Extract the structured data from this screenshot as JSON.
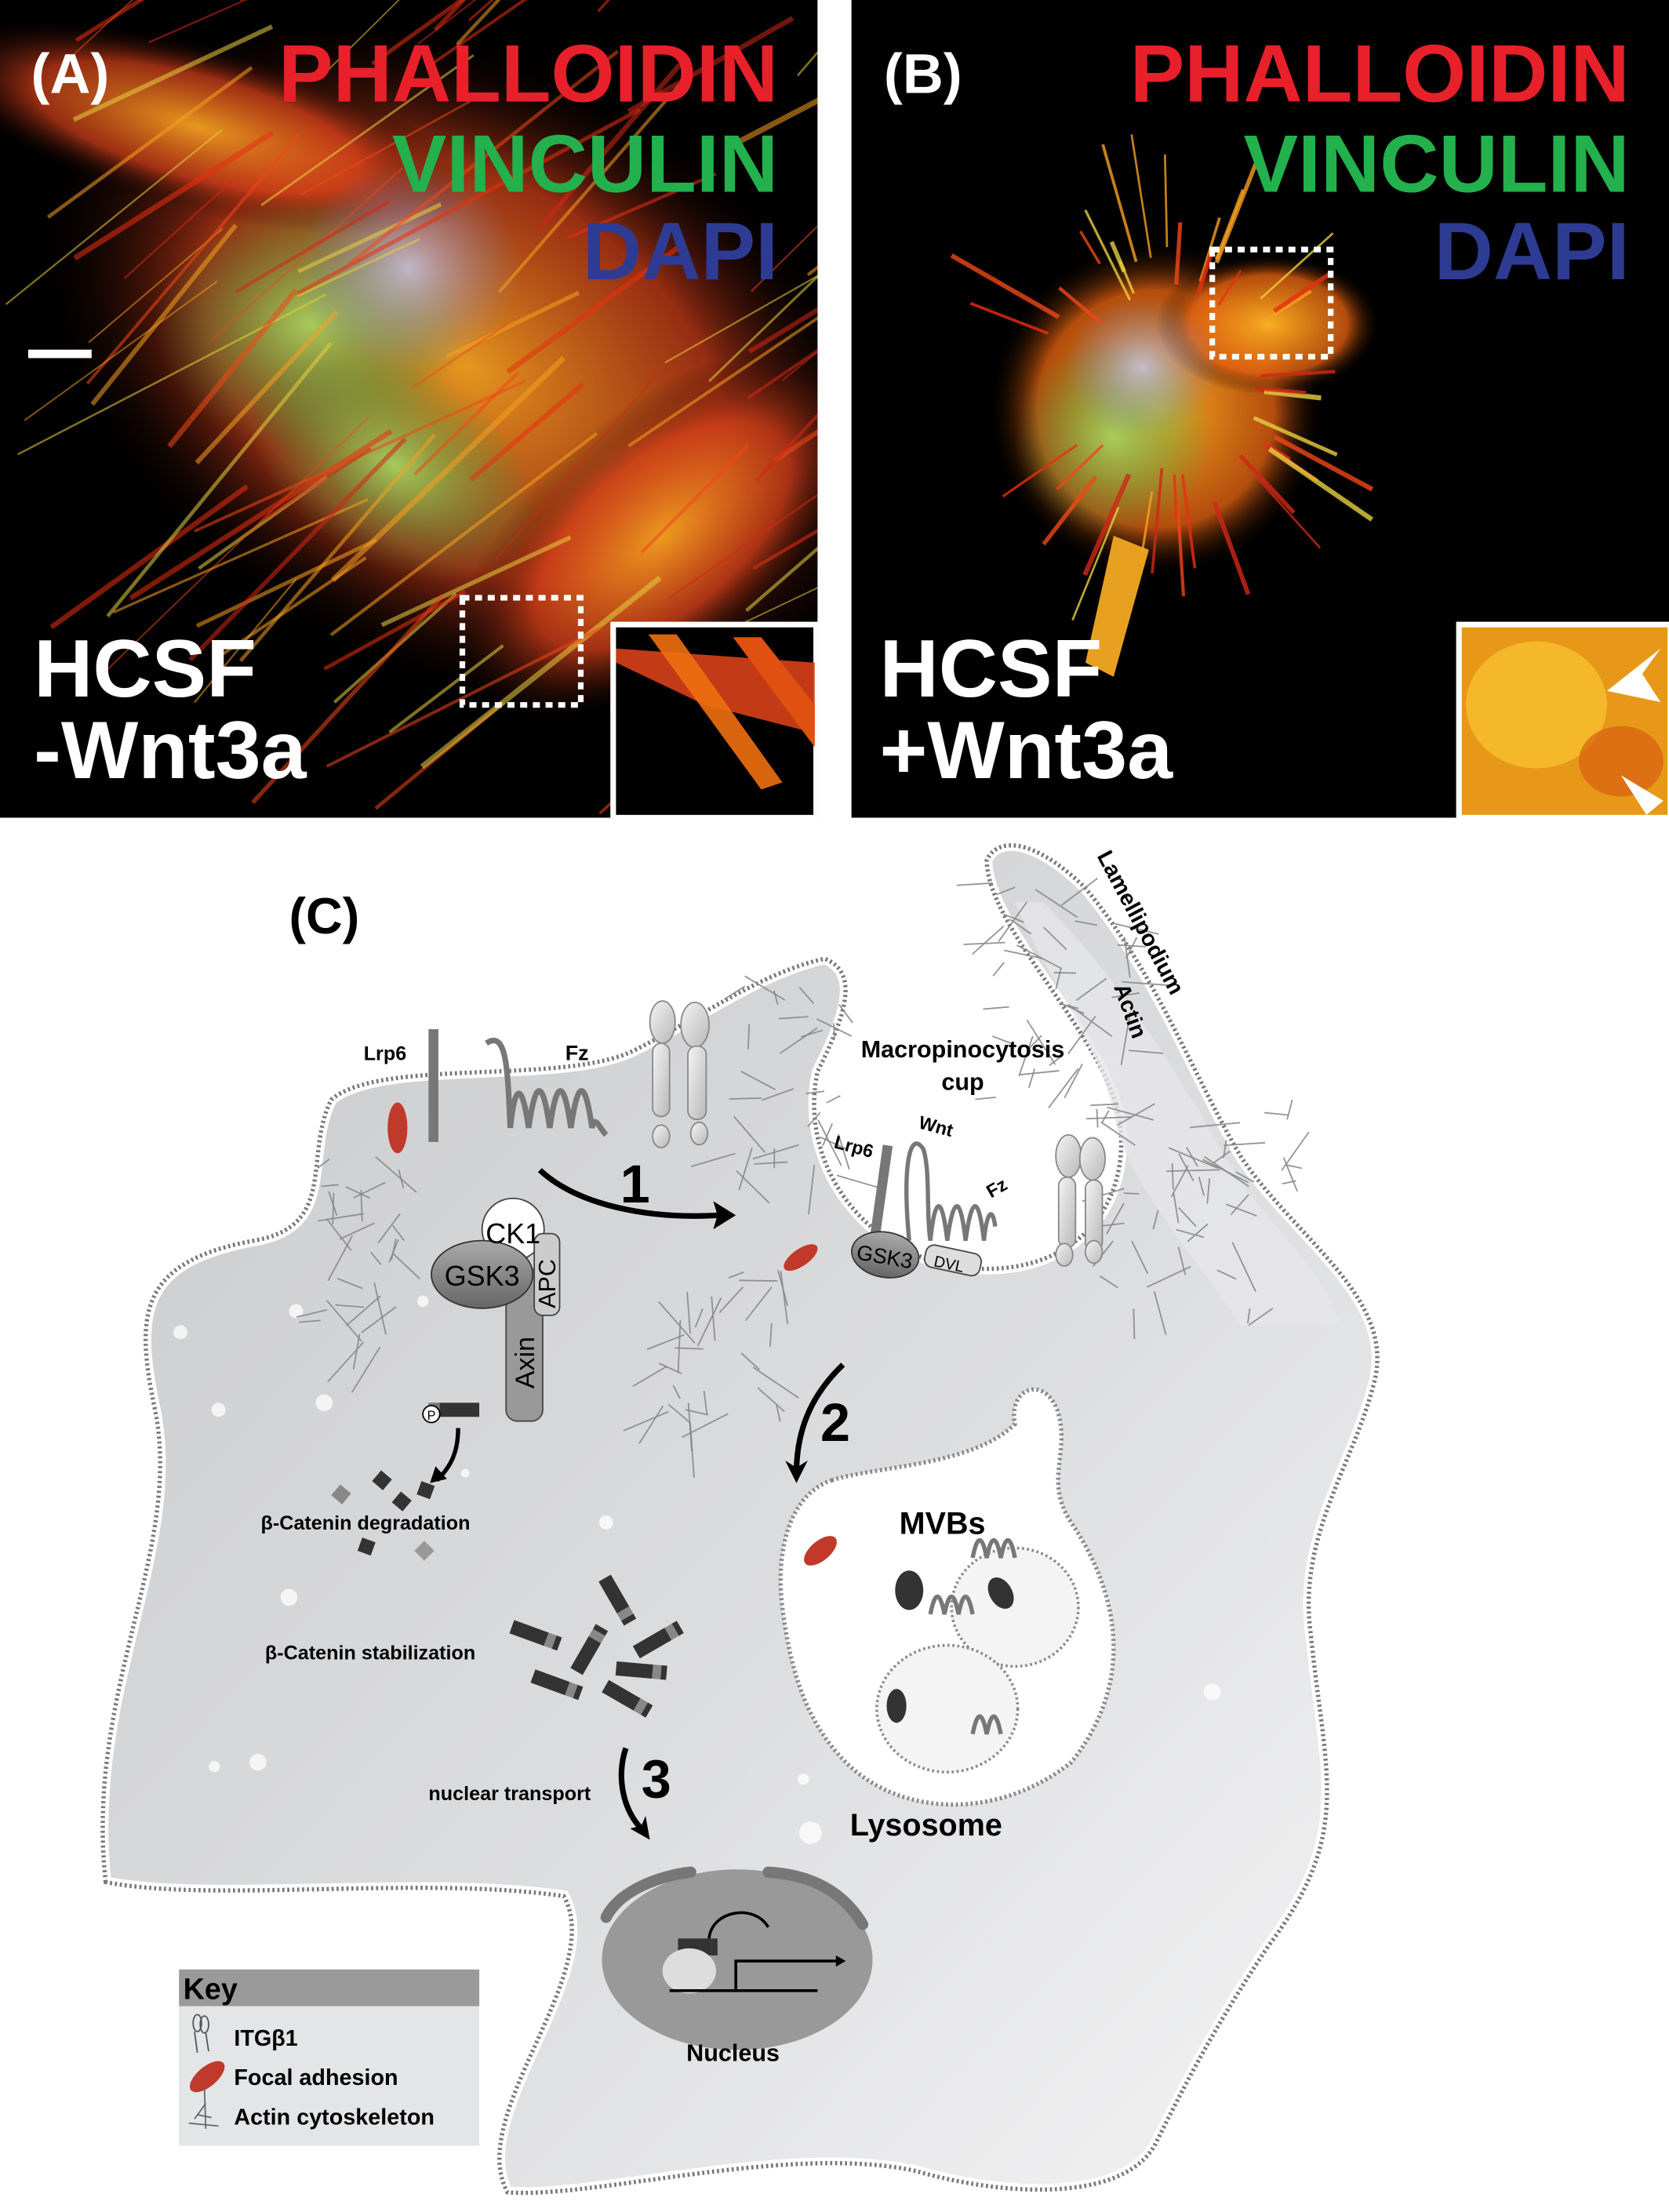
{
  "panel_a": {
    "label": "(A)",
    "stains": [
      "PHALLOIDIN",
      "VINCULIN",
      "DAPI"
    ],
    "condition": [
      "HCSF",
      "-Wnt3a"
    ]
  },
  "panel_b": {
    "label": "(B)",
    "stains": [
      "PHALLOIDIN",
      "VINCULIN",
      "DAPI"
    ],
    "condition": [
      "HCSF",
      "+Wnt3a"
    ]
  },
  "stain_colors": {
    "phalloidin": "#e8202a",
    "vinculin": "#22b14c",
    "dapi": "#2e3b93"
  },
  "panel_c": {
    "label": "(C)",
    "lrp6": "Lrp6",
    "fz": "Fz",
    "ck1": "CK1",
    "gsk3": "GSK3",
    "apc": "APC",
    "axin": "Axin",
    "phospho": "P",
    "macropinocytosis": [
      "Macropinocytosis",
      "cup"
    ],
    "wnt": "Wnt",
    "lrp6_cup": "Lrp6",
    "fz_cup": "Fz",
    "gsk3_cup": "GSK3",
    "dvl": "DVL",
    "lamellipodium": "Lamellipodium",
    "actin": "Actin",
    "steps": [
      "1",
      "2",
      "3"
    ],
    "degradation": "β-Catenin degradation",
    "stabilization": "β-Catenin stabilization",
    "nuclear_transport": "nuclear transport",
    "mvbs": "MVBs",
    "lysosome": "Lysosome",
    "nucleus": "Nucleus",
    "focal_adhesion_color": "#c0392b"
  },
  "key": {
    "title": "Key",
    "items": [
      "ITGβ1",
      "Focal adhesion",
      "Actin cytoskeleton"
    ]
  }
}
